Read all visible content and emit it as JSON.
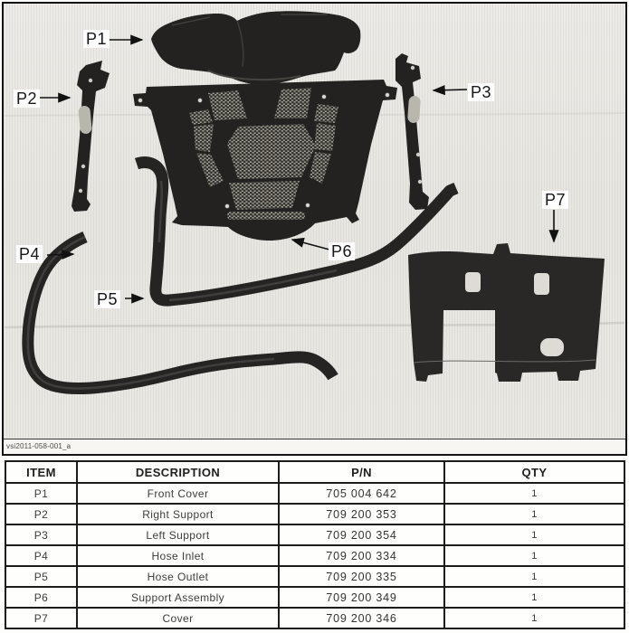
{
  "diagram": {
    "code": "vsi2011-058-001_a",
    "callouts": [
      {
        "id": "P1"
      },
      {
        "id": "P2"
      },
      {
        "id": "P3"
      },
      {
        "id": "P4"
      },
      {
        "id": "P5"
      },
      {
        "id": "P6"
      },
      {
        "id": "P7"
      }
    ],
    "colors": {
      "part": "#242220",
      "paper": "#e9e8e3",
      "mesh": "#a19e94"
    }
  },
  "table": {
    "headers": {
      "item": "ITEM",
      "description": "DESCRIPTION",
      "pn": "P/N",
      "qty": "QTY"
    },
    "rows": [
      [
        "P1",
        "Front Cover",
        "705 004 642",
        "1"
      ],
      [
        "P2",
        "Right Support",
        "709 200 353",
        "1"
      ],
      [
        "P3",
        "Left Support",
        "709 200 354",
        "1"
      ],
      [
        "P4",
        "Hose Inlet",
        "709 200 334",
        "1"
      ],
      [
        "P5",
        "Hose Outlet",
        "709 200 335",
        "1"
      ],
      [
        "P6",
        "Support Assembly",
        "709 200 349",
        "1"
      ],
      [
        "P7",
        "Cover",
        "709 200 346",
        "1"
      ]
    ]
  }
}
